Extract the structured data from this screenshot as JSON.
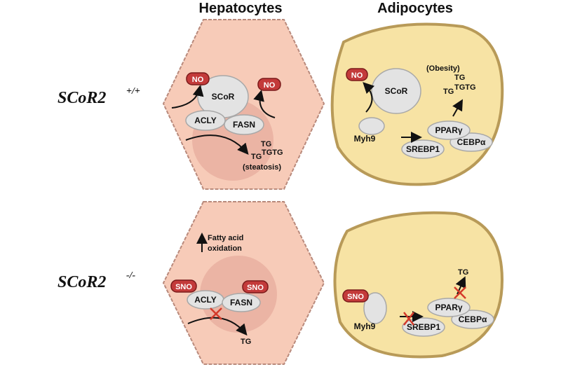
{
  "titles": {
    "hepatocytes": "Hepatocytes",
    "adipocytes": "Adipocytes"
  },
  "genotypes": {
    "wt": {
      "name": "SCoR2",
      "sup": "+/+"
    },
    "ko": {
      "name": "SCoR2",
      "sup": "-/-"
    }
  },
  "wt_hepatocyte": {
    "no1": "NO",
    "no2": "NO",
    "scor": "SCoR",
    "acly": "ACLY",
    "fasn": "FASN",
    "tg1": "TG",
    "tg2": "TG",
    "tg3": "TGTG",
    "steatosis": "(steatosis)"
  },
  "wt_adipocyte": {
    "no": "NO",
    "scor": "SCoR",
    "myh9": "Myh9",
    "ppar": "PPARγ",
    "cebp": "CEBPα",
    "srebp": "SREBP1",
    "obesity": "(Obesity)",
    "tg1": "TG",
    "tg2": "TG",
    "tg3": "TGTG"
  },
  "ko_hepatocyte": {
    "fao1": "Fatty acid",
    "fao2": "oxidation",
    "sno1": "SNO",
    "sno2": "SNO",
    "acly": "ACLY",
    "fasn": "FASN",
    "tg": "TG"
  },
  "ko_adipocyte": {
    "sno": "SNO",
    "myh9": "Myh9",
    "ppar": "PPARγ",
    "cebp": "CEBPα",
    "srebp": "SREBP1",
    "tg": "TG"
  }
}
